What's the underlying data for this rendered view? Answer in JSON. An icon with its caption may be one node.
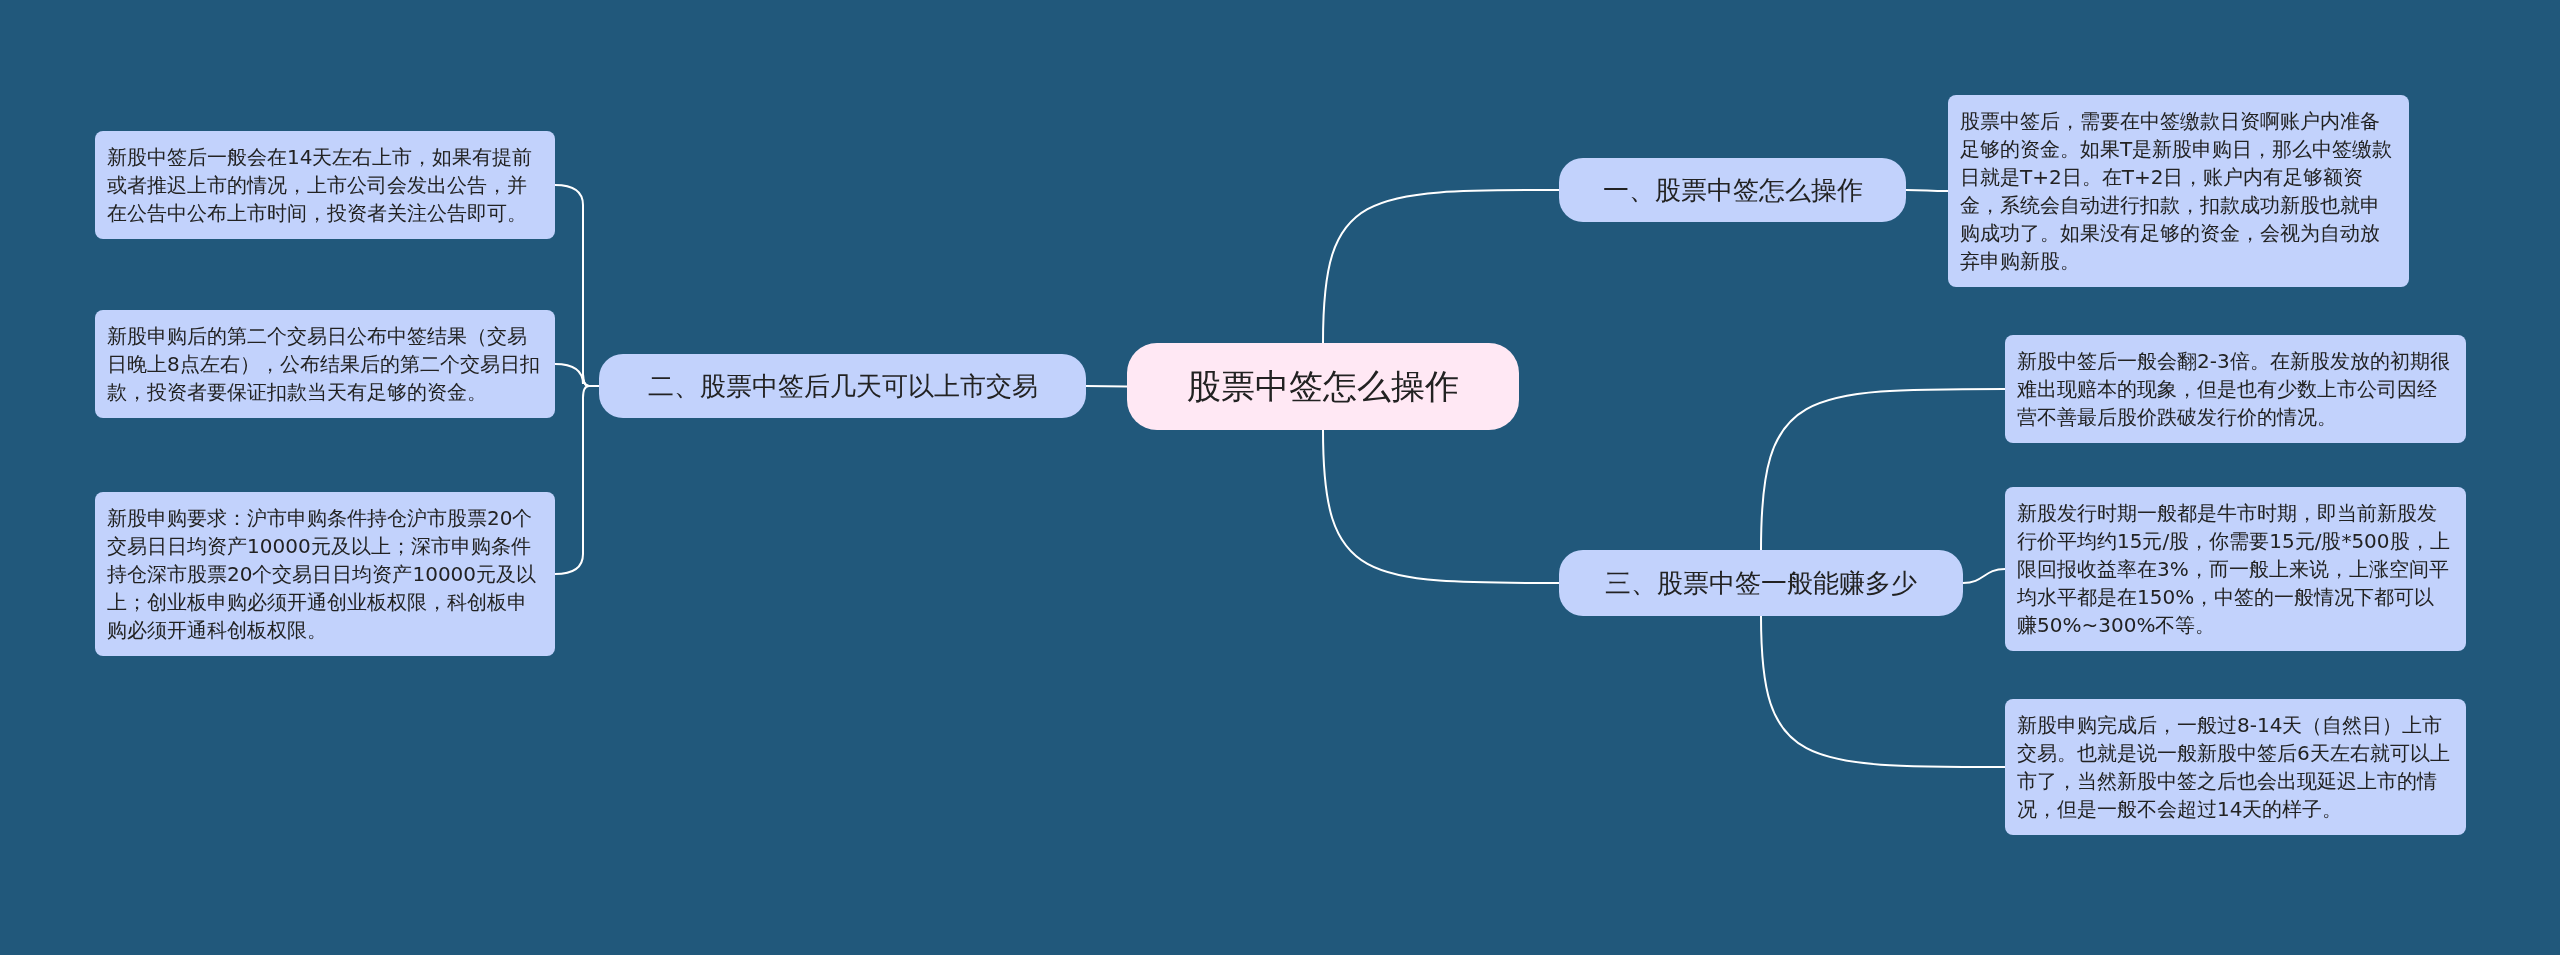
{
  "diagram": {
    "nodes": [
      {
        "text": [
          "股票中签怎么操作"
        ]
      },
      {
        "text": [
          "一、股票中签怎么操作"
        ]
      },
      {
        "text": [
          "股票中签后，需要在中签缴款日资啊账户内准备足够的资金。如果T是新股申购日，那么中签缴款日就是T+2日。在T+2日，账户内有足够额资金，系统会自动进行扣款，扣款成功新股也就申购成功了。如果没有足够的资金，会视为自动放弃申购新股。"
        ]
      },
      {
        "text": [
          "二、股票中签后几天可以上市交易"
        ]
      },
      {
        "text": [
          "新股中签后一般会在14天左右上市，如果有提前或者推迟上市的情况，上市公司会发出公告，并在公告中公布上市时间，投资者关注公告即可。"
        ]
      },
      {
        "text": [
          "新股申购后的第二个交易日公布中签结果（交易日晚上8点左右），公布结果后的第二个交易日扣款，投资者要保证扣款当天有足够的资金。"
        ]
      },
      {
        "text": [
          "新股申购要求：沪市申购条件持仓沪市股票20个交易日日均资产10000元及以上；深市申购条件持仓深市股票20个交易日日均资产10000元及以上；创业板申购必须开通创业板权限，科创板申购必须开通科创板权限。"
        ]
      },
      {
        "text": [
          "三、股票中签一般能赚多少"
        ]
      },
      {
        "text": [
          "新股中签后一般会翻2-3倍。在新股发放的初期很难出现赔本的现象，但是也有少数上市公司因经营不善最后股价跌破发行价的情况。"
        ]
      },
      {
        "text": [
          "新股发行时期一般都是牛市时期，即当前新股发行价平均约15元/股，你需要15元/股*500股，上限回报收益率在3%，而一般上来说，上涨空间平均水平都是在150%，中签的一般情况下都可以赚50%~300%不等。"
        ]
      },
      {
        "text": [
          "新股申购完成后，一般过8-14天（自然日）上市交易。也就是说一般新股中签后6天左右就可以上市了，当然新股中签之后也会出现延迟上市的情况，但是一般不会超过14天的样子。"
        ]
      }
    ],
    "edges": [
      {
        "from": 0,
        "to": 1,
        "arrow": "none"
      },
      {
        "from": 1,
        "to": 2,
        "arrow": "none"
      },
      {
        "from": 0,
        "to": 3,
        "arrow": "none"
      },
      {
        "from": 3,
        "to": 4,
        "arrow": "none"
      },
      {
        "from": 3,
        "to": 5,
        "arrow": "none"
      },
      {
        "from": 3,
        "to": 6,
        "arrow": "none"
      },
      {
        "from": 0,
        "to": 7,
        "arrow": "none"
      },
      {
        "from": 7,
        "to": 8,
        "arrow": "none"
      },
      {
        "from": 7,
        "to": 9,
        "arrow": "none"
      },
      {
        "from": 7,
        "to": 10,
        "arrow": "none"
      }
    ]
  }
}
